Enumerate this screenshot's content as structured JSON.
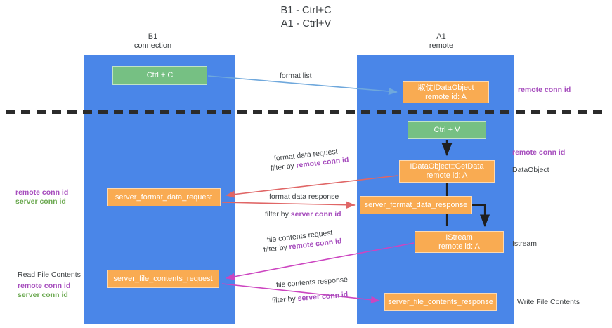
{
  "title": "B1 - Ctrl+C\nA1 - Ctrl+V",
  "columns": {
    "left": "B1\nconnection",
    "right": "A1\nremote"
  },
  "nodes": {
    "ctrl_c": "Ctrl + C",
    "idataobject": "取仗IDataObject\nremote id: A",
    "ctrl_v": "Ctrl + V",
    "getdata": "IDataObject::GetData\nremote id: A",
    "server_format_data_request": "server_format_data_request",
    "server_format_data_response": "server_format_data_response",
    "istream": "IStream\nremote id: A",
    "server_file_contents_request": "server_file_contents_request",
    "server_file_contents_response": "server_file_contents_response"
  },
  "side_labels": {
    "remote_conn_id_top": "remote conn id",
    "remote_conn_id_mid": "remote conn id",
    "dataobject": "DataObject",
    "istream": "Istream",
    "write_file_contents": "Write File Contents",
    "read_file_contents": "Read File Contents",
    "remote_conn_id": "remote conn id",
    "server_conn_id": "server conn id"
  },
  "edges": {
    "format_list": "format list",
    "format_data_request": "format data request",
    "format_data_request_filter_prefix": "filter by ",
    "format_data_request_filter_key": "remote conn id",
    "format_data_response": "format data response",
    "format_data_response_filter_prefix": "filter by ",
    "format_data_response_filter_key": "server conn id",
    "file_contents_request": "file contents request",
    "file_contents_request_filter_prefix": "filter by ",
    "file_contents_request_filter_key": "remote conn id",
    "file_contents_response": "file contents response",
    "file_contents_response_filter_prefix": "filter by ",
    "file_contents_response_filter_key": "server conn id"
  },
  "colors": {
    "lane": "#4a86e8",
    "green_node": "#76c083",
    "orange_node": "#f9ab52",
    "purple": "#a64dbd",
    "green_text": "#6aa84f",
    "arrow_blue": "#6fa8dc",
    "arrow_red": "#e06666",
    "arrow_magenta": "#c близ",
    "divider": "#2b2b2b"
  }
}
